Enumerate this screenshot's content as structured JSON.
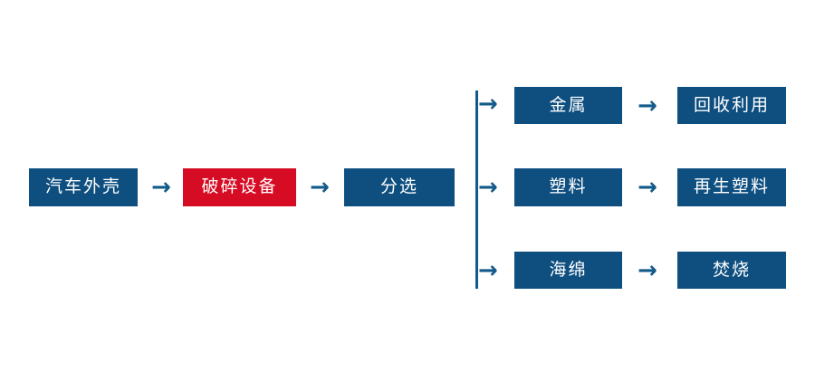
{
  "diagram": {
    "type": "process-flow",
    "title": "",
    "colors": {
      "primary_blue": "#0E4F80",
      "accent_red": "#D60B24",
      "connector_blue": "#125A8A",
      "node_text": "#FFFFFF",
      "background": "#FFFFFF"
    },
    "main_chain": [
      {
        "id": "car-shell",
        "label": "汽车外壳",
        "style": "blue"
      },
      {
        "id": "shredder",
        "label": "破碎设备",
        "style": "red"
      },
      {
        "id": "sorting",
        "label": "分选",
        "style": "blue"
      }
    ],
    "branches": [
      {
        "id": "metal",
        "material": "金属",
        "destination": "回收利用"
      },
      {
        "id": "plastic",
        "material": "塑料",
        "destination": "再生塑料"
      },
      {
        "id": "sponge",
        "material": "海绵",
        "destination": "焚烧"
      }
    ],
    "connectors": {
      "arrow_glyph": "→",
      "branch_glyph": "→",
      "chain_arrow_count": 2,
      "branch_arrow_count": 3,
      "row_arrow_count": 3
    }
  }
}
